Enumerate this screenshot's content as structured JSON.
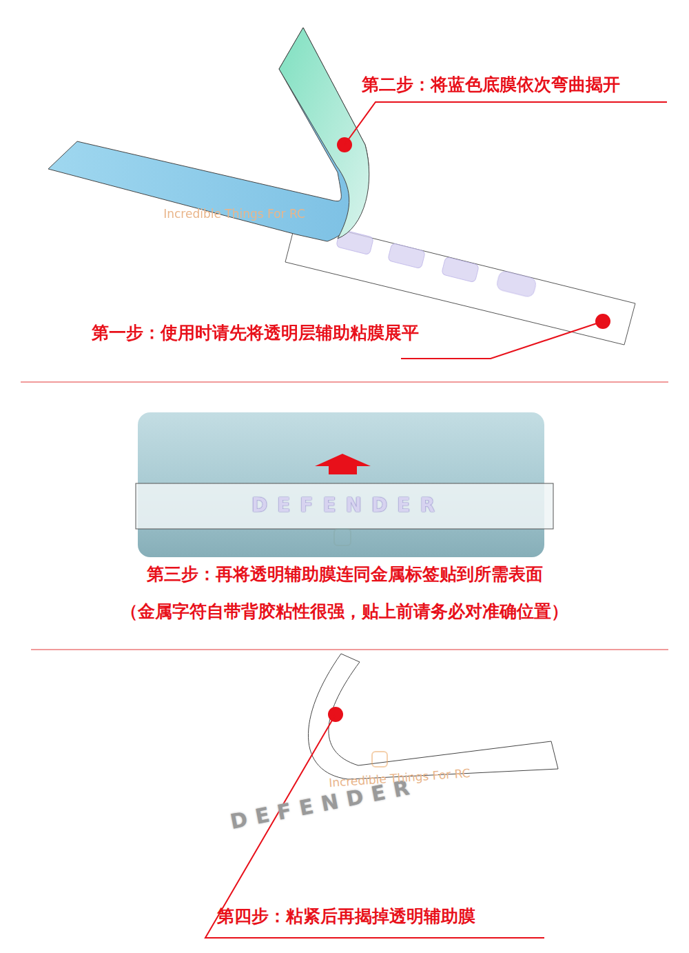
{
  "diagram": {
    "labels": [
      "第二步：将蓝色底膜依次弯曲揭开",
      "第一步：使用时请先将透明层辅助粘膜展平",
      "第三步：再将透明辅助膜连同金属标签贴到所需表面",
      "（金属字符自带背胶粘性很强，贴上前请务必对准确位置）",
      "第四步：粘紧后再揭掉透明辅助膜",
      "DEFENDER",
      "DEFENDER",
      "Incredible Things For RC",
      "Incredible Things For RC"
    ]
  }
}
